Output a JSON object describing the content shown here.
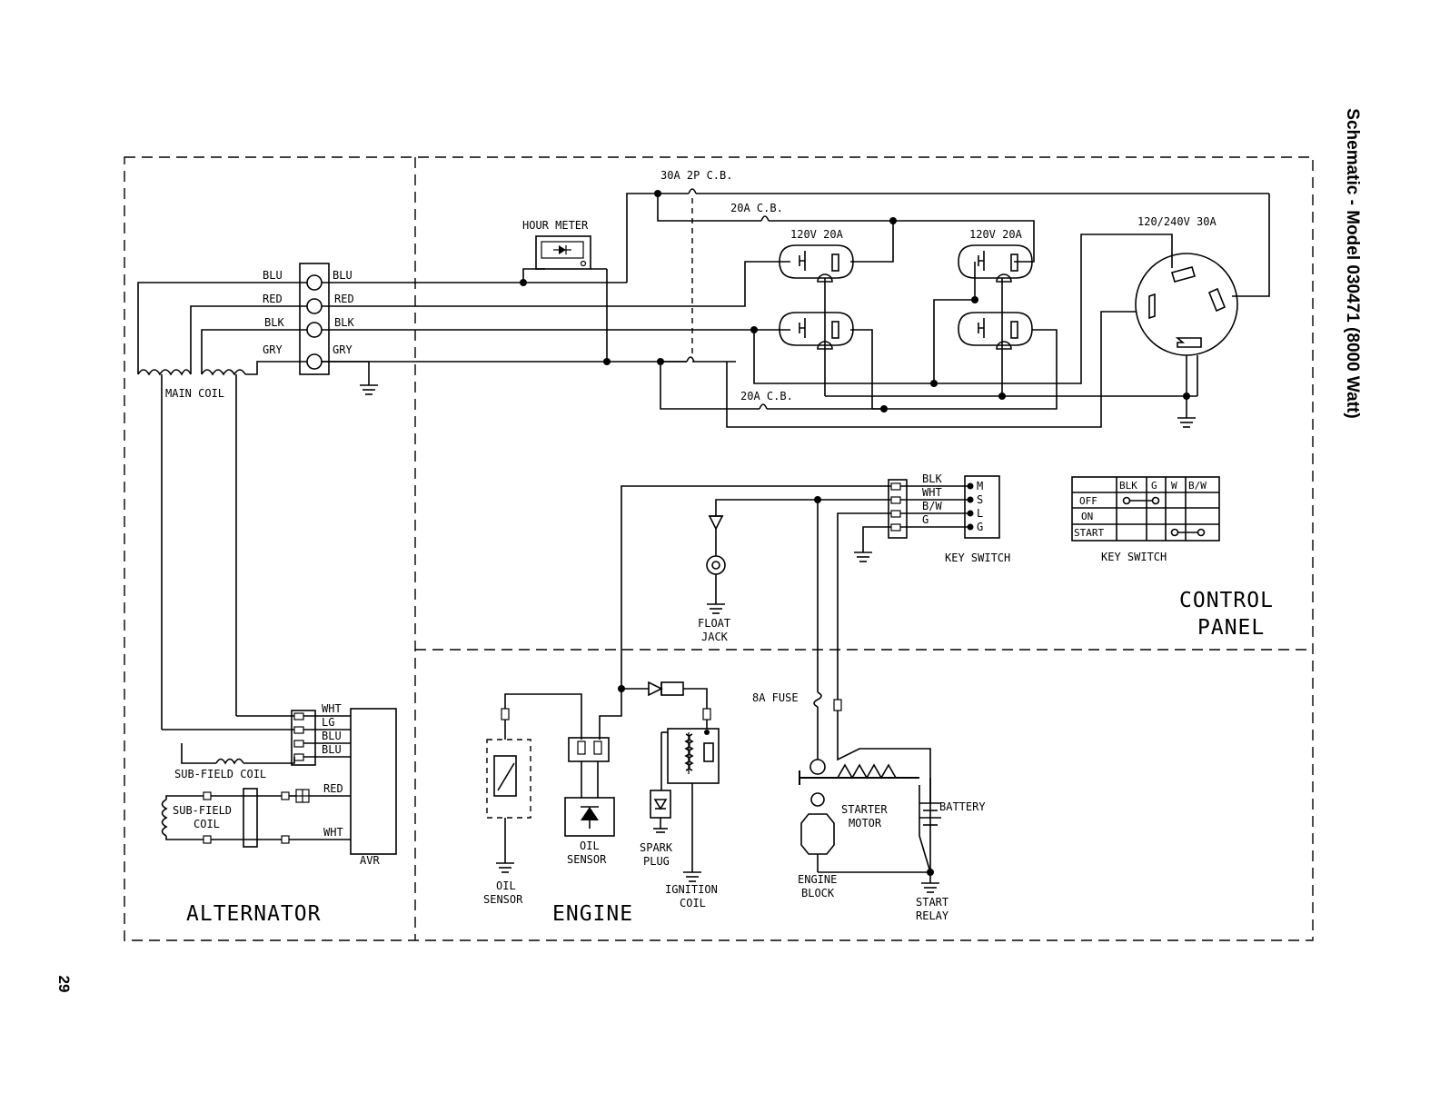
{
  "page_title": "Schematic - Model 030471 (8000 Watt)",
  "page_number": "29",
  "sections": {
    "alternator": "ALTERNATOR",
    "engine": "ENGINE",
    "control_panel_line1": "CONTROL",
    "control_panel_line2": "PANEL"
  },
  "alternator": {
    "terminal_left": [
      "BLU",
      "RED",
      "BLK",
      "GRY"
    ],
    "terminal_right": [
      "BLU",
      "RED",
      "BLK",
      "GRY"
    ],
    "main_coil": "MAIN COIL",
    "sub_field_coil": "SUB-FIELD COIL",
    "sub_field_coil_2_line1": "SUB-FIELD",
    "sub_field_coil_2_line2": "COIL",
    "avr_wires": [
      "WHT",
      "LG",
      "BLU",
      "BLU"
    ],
    "avr_red": "RED",
    "avr_wht": "WHT",
    "avr": "AVR"
  },
  "control_panel": {
    "hour_meter": "HOUR METER",
    "breaker_30a": "30A 2P C.B.",
    "breaker_20a_top": "20A C.B.",
    "breaker_20a_bottom": "20A C.B.",
    "receptacle_1": "120V 20A",
    "receptacle_2": "120V 20A",
    "receptacle_3": "120/240V 30A",
    "key_switch_wires": [
      "BLK",
      "WHT",
      "B/W",
      "G"
    ],
    "key_switch_pins": [
      "M",
      "S",
      "L",
      "G"
    ],
    "key_switch_label": "KEY SWITCH",
    "float_jack_line1": "FLOAT",
    "float_jack_line2": "JACK",
    "key_table_label": "KEY SWITCH",
    "key_table": {
      "headers": [
        "",
        "BLK",
        "G",
        "W",
        "B/W"
      ],
      "rows": [
        "OFF",
        "ON",
        "START"
      ]
    }
  },
  "engine": {
    "oil_sensor_1_line1": "OIL",
    "oil_sensor_1_line2": "SENSOR",
    "oil_sensor_2_line1": "OIL",
    "oil_sensor_2_line2": "SENSOR",
    "spark_plug_line1": "SPARK",
    "spark_plug_line2": "PLUG",
    "ignition_coil_line1": "IGNITION",
    "ignition_coil_line2": "COIL",
    "fuse": "8A FUSE",
    "starter_motor_line1": "STARTER",
    "starter_motor_line2": "MOTOR",
    "battery": "BATTERY",
    "engine_block_line1": "ENGINE",
    "engine_block_line2": "BLOCK",
    "start_relay_line1": "START",
    "start_relay_line2": "RELAY"
  }
}
